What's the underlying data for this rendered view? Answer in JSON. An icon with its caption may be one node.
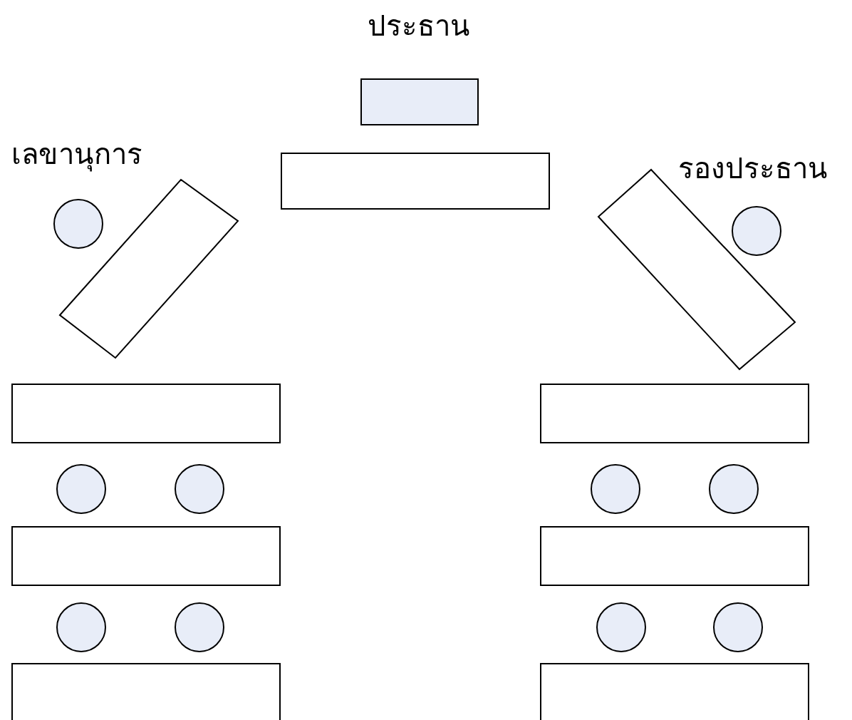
{
  "diagram": {
    "labels": [
      "ประธาน",
      "เลขานุการ",
      "รองประธาน"
    ]
  }
}
